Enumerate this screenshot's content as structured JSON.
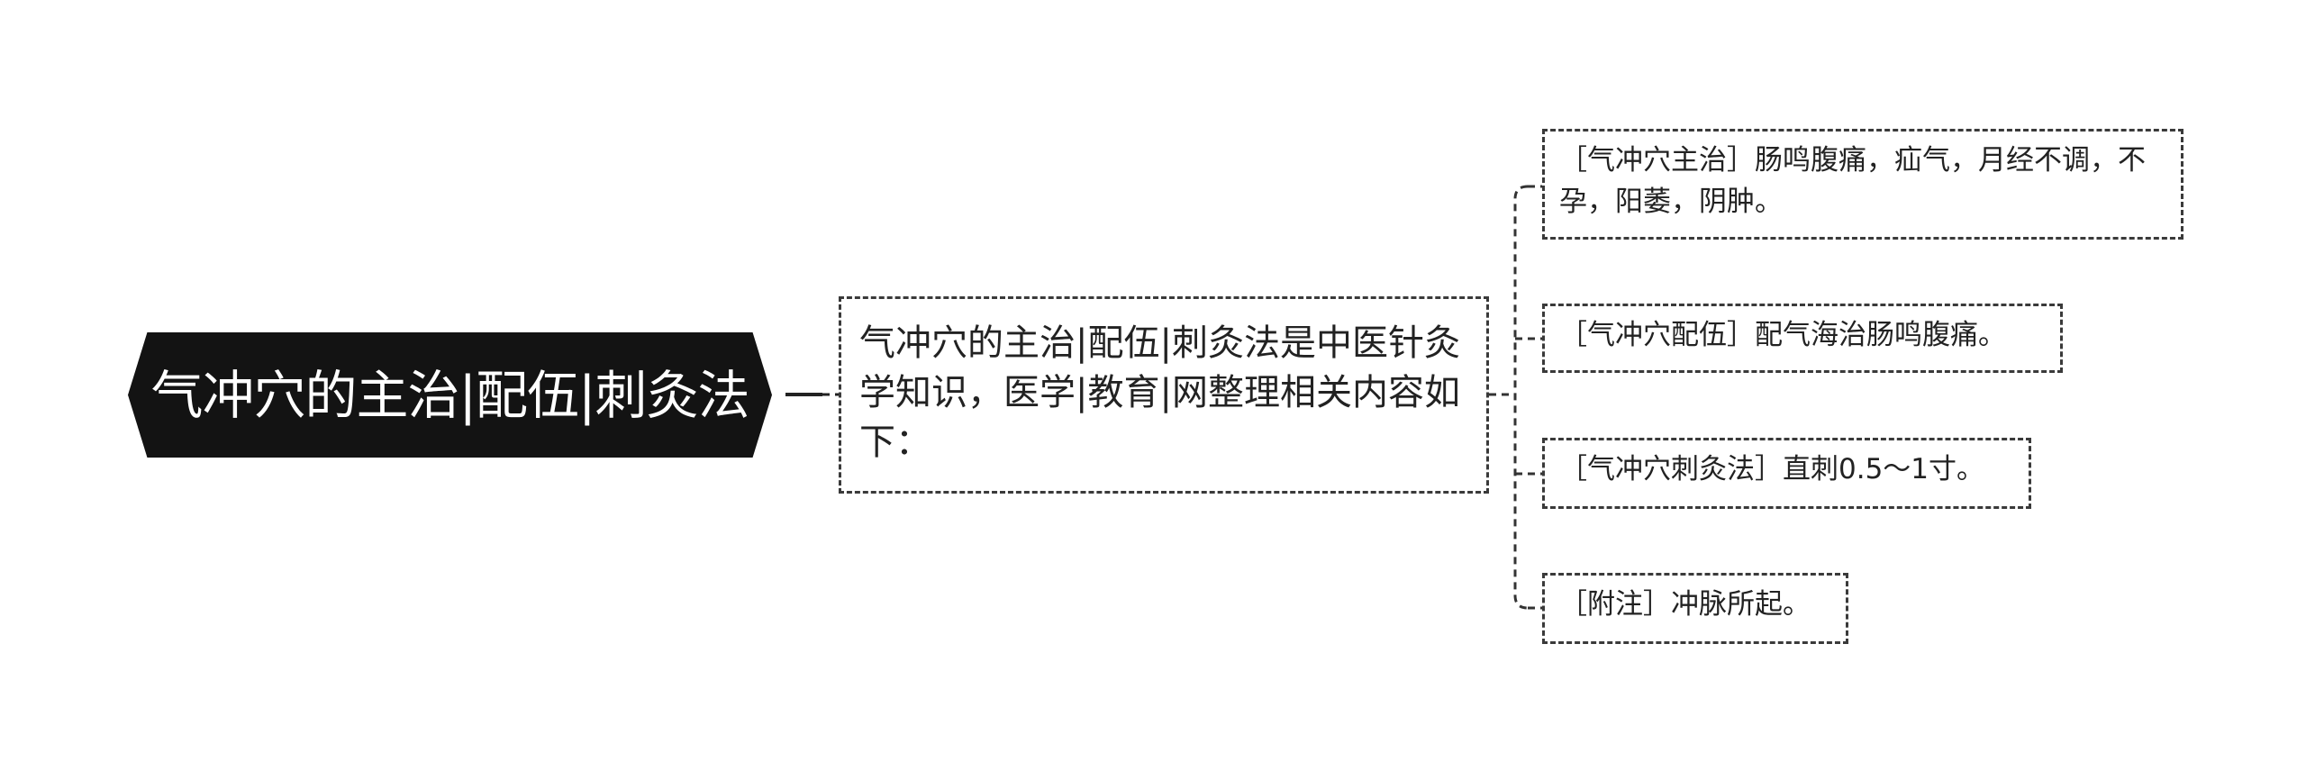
{
  "root": {
    "label": "气冲穴的主治|配伍|刺灸法"
  },
  "summary": {
    "text": "气冲穴的主治|配伍|刺灸法是中医针灸学知识，医学|教育|网整理相关内容如下："
  },
  "leaves": [
    {
      "text": "［气冲穴主治］肠鸣腹痛，疝气，月经不调，不孕，阳萎，阴肿。"
    },
    {
      "text": "［气冲穴配伍］配气海治肠鸣腹痛。"
    },
    {
      "text": "［气冲穴刺灸法］直刺0.5～1寸。"
    },
    {
      "text": "［附注］冲脉所起。"
    }
  ],
  "colors": {
    "root_fill": "#131313",
    "root_text": "#ffffff",
    "border": "#3a3a3a",
    "text": "#222222",
    "background": "#ffffff"
  }
}
